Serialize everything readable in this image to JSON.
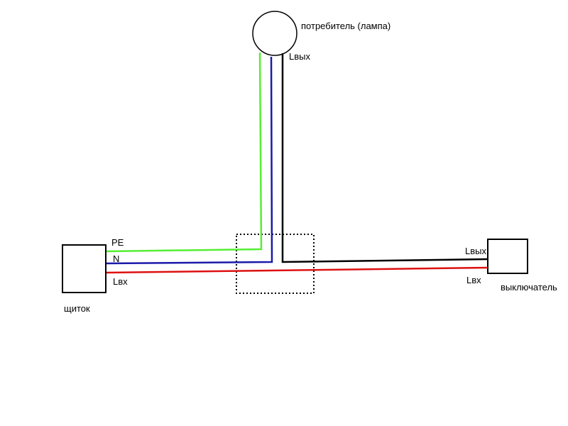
{
  "labels": {
    "lamp": "потребитель (лампа)",
    "lamp_out": "Lвых",
    "panel": "щиток",
    "pe": "PE",
    "n": "N",
    "panel_in": "Lвх",
    "switch": "выключатель",
    "switch_out": "Lвых",
    "switch_in": "Lвх"
  },
  "colors": {
    "pe_wire": "#55ee33",
    "n_wire": "#1a1aaa",
    "l_in_wire": "#dd1111",
    "l_out_wire": "#000000",
    "outline": "#000000"
  }
}
